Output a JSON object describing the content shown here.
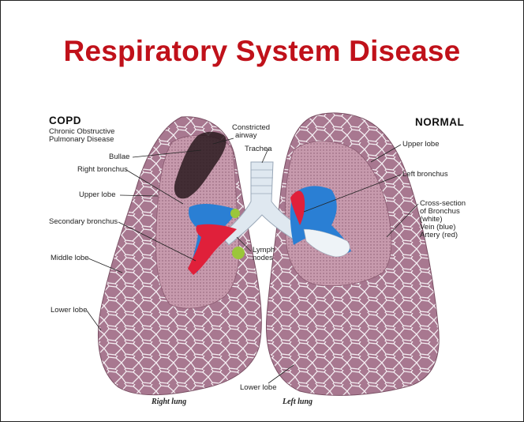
{
  "title": "Respiratory System Disease",
  "left_header": {
    "heading": "COPD",
    "line1": "Chronic Obstructive",
    "line2": "Pulmonary Disease"
  },
  "right_header": "NORMAL",
  "labels": {
    "constricted_airway_1": "Constricted",
    "constricted_airway_2": "airway",
    "trachea": "Trachea",
    "bullae": "Bullae",
    "right_bronchus": "Right bronchus",
    "upper_lobe_left": "Upper lobe",
    "secondary_bronchus": "Secondary bronchus",
    "middle_lobe": "Middle lobe",
    "lower_lobe_left": "Lower lobe",
    "lymph_nodes_1": "Lymph",
    "lymph_nodes_2": "nodes",
    "upper_lobe_right": "Upper lobe",
    "left_bronchus": "Left bronchus",
    "cross_section_1": "Cross-section",
    "cross_section_2": "of Bronchus",
    "cross_section_3": "(white)",
    "cross_section_4": "Vein (blue)",
    "cross_section_5": "Artery (red)",
    "lower_lobe_bottom": "Lower lobe"
  },
  "footer": {
    "right_lung": "Right lung",
    "left_lung": "Left lung"
  },
  "colors": {
    "title": "#c0111a",
    "lung_tissue": "#a87890",
    "lung_lines": "#f4eef2",
    "cut_surface": "#c79aad",
    "vein": "#2a7fd4",
    "artery": "#e0203a",
    "bronchus": "#dfe8f0",
    "lymph": "#9bc63a",
    "damage": "#2a1a1e"
  }
}
